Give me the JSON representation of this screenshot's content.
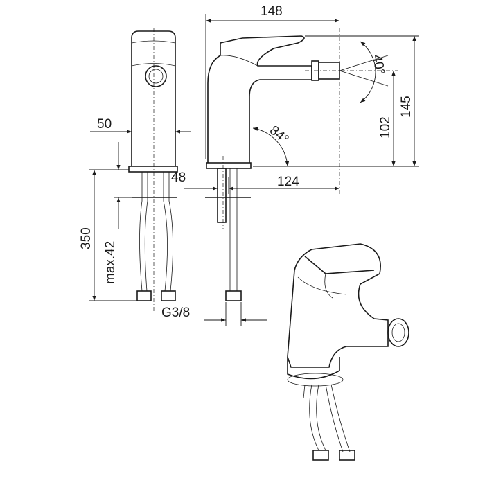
{
  "title": "Bidet mixer dimension drawing",
  "dimensions": {
    "overall_length": "148",
    "spray_angle": "40°",
    "overall_height": "145",
    "spout_height": "102",
    "spout_angle": "84°",
    "body_width": "50",
    "base_offset": "48",
    "spout_reach": "124",
    "hose_length": "350",
    "max_deck_thickness": "max.42",
    "thread": "G3/8"
  }
}
